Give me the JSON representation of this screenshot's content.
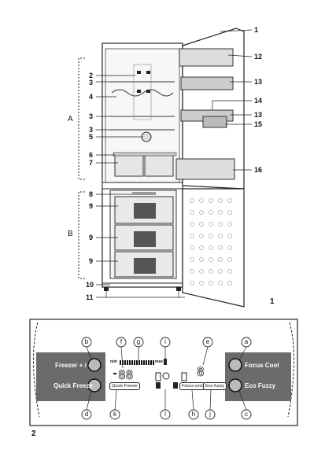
{
  "figure1": {
    "number": "1",
    "section_labels": [
      "A",
      "B"
    ],
    "callouts_left": [
      "2",
      "3",
      "4",
      "3",
      "3",
      "5",
      "6",
      "7",
      "8",
      "9",
      "9",
      "9",
      "10",
      "11"
    ],
    "callouts_right": [
      "1",
      "12",
      "13",
      "14",
      "13",
      "15",
      "16"
    ]
  },
  "figure2": {
    "number": "2",
    "buttons": {
      "freezer": "Freezer + / -",
      "quick_freeze": "Quick Freeze",
      "focus_cool": "Focus Cool",
      "eco_fuzzy": "Eco Fuzzy"
    },
    "display": {
      "min_label": "min",
      "max_label": "max",
      "quick_freeze_tag": "Quick Freeze",
      "focus_cool_tag": "Focus cool",
      "eco_fuzzy_tag": "Eco-fuzzy"
    },
    "letters": [
      "a",
      "b",
      "c",
      "d",
      "e",
      "f",
      "g",
      "h",
      "i",
      "j",
      "k",
      "l"
    ]
  }
}
